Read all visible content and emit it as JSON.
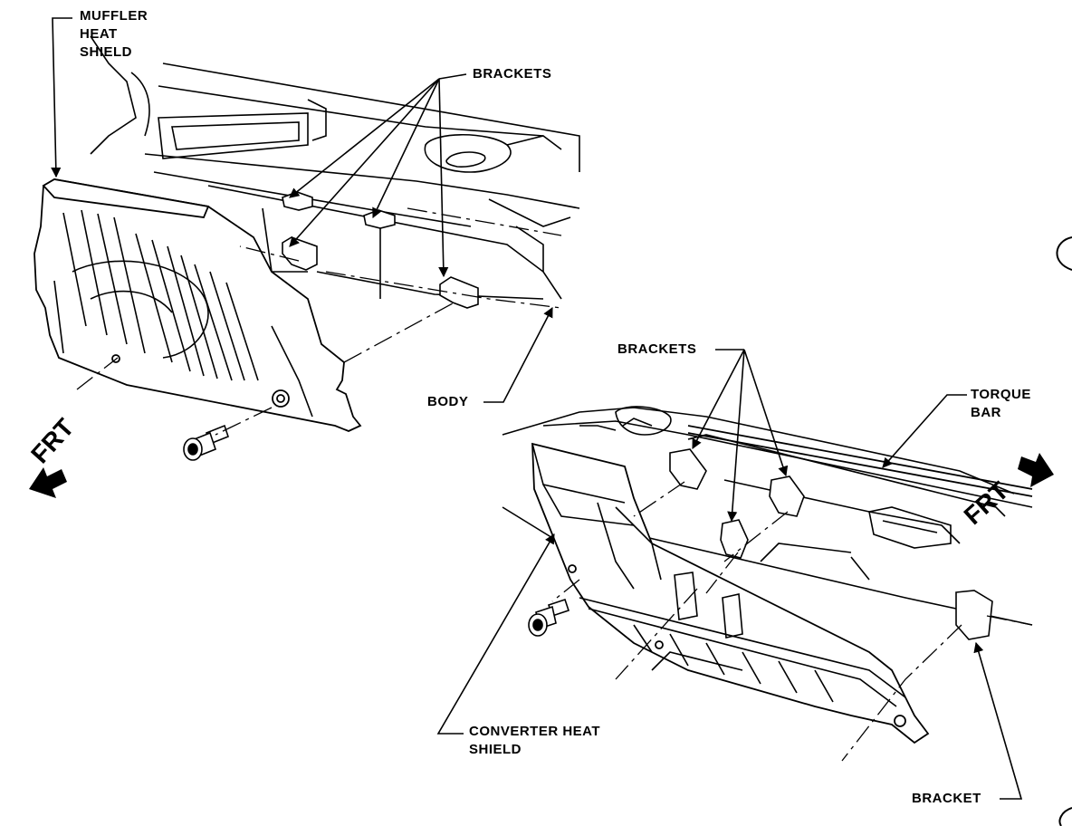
{
  "labels": {
    "muffler_heat_shield": [
      "MUFFLER",
      "HEAT",
      "SHIELD"
    ],
    "brackets_top": "BRACKETS",
    "body": "BODY",
    "brackets_right": "BRACKETS",
    "torque_bar": [
      "TORQUE",
      "BAR"
    ],
    "converter_heat_shield": [
      "CONVERTER HEAT",
      "SHIELD"
    ],
    "bracket": "BRACKET",
    "frt_left": "FRT",
    "frt_right": "FRT"
  }
}
